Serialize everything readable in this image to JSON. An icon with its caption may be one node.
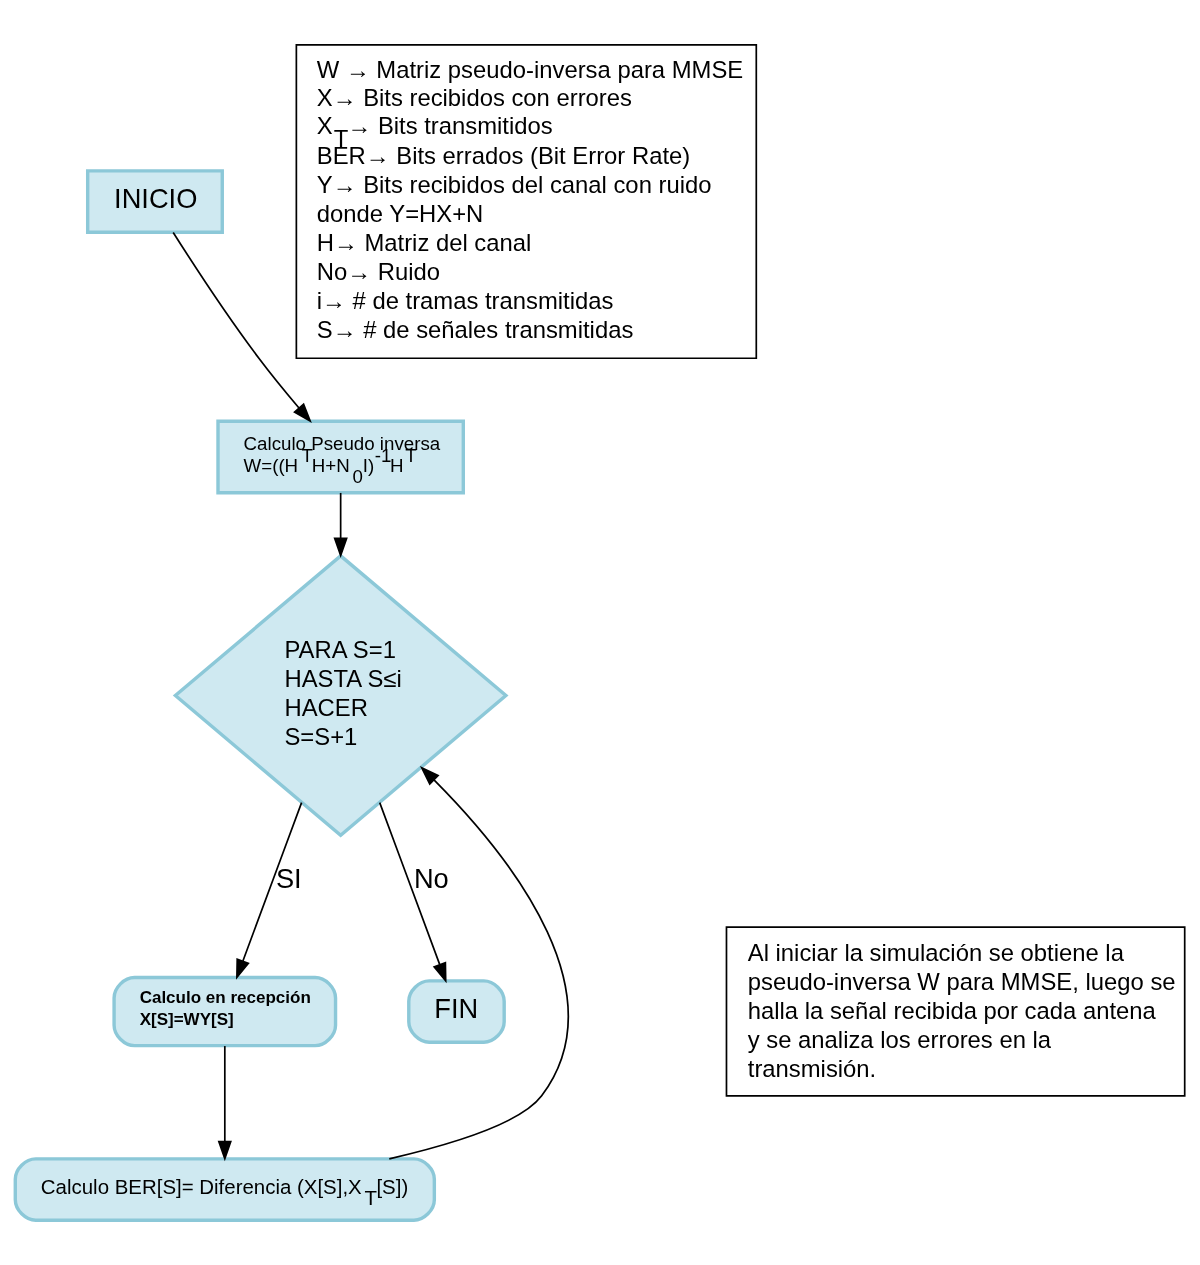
{
  "diagram": {
    "nodes": [
      {
        "text": [
          "INICIO"
        ]
      },
      {
        "text": [
          "Calculo Pseudo inversa W=((H$^{T}$H+N$_{0}$I)$^{-1}$H$^{T}$"
        ]
      },
      {
        "text": [
          "PARA S=1 HASTA S≤i HACER S=S+1"
        ]
      },
      {
        "text": [
          "Calculo en recepción X[S]=WY[S]"
        ]
      },
      {
        "text": [
          "Calculo BER[S]= Diferencia (X[S],X$_{T}$[S])"
        ]
      },
      {
        "text": [
          "FIN"
        ]
      },
      {
        "text": [
          "W → Matriz pseudo-inversa para MMSE",
          "X→ Bits recibidos con errores",
          "X$_{T}$→ Bits transmitidos",
          "BER→ Bits errados (Bit Error Rate)",
          "Y→ Bits recibidos del canal con ruido donde Y=HX+N",
          "H→ Matriz del canal",
          "No→ Ruido",
          "i→ # de tramas transmitidas",
          "S→ # de señales transmitidas"
        ]
      },
      {
        "text": [
          "Al iniciar la simulación se obtiene la pseudo-inversa W para MMSE, luego se halla la señal recibida por cada antena y se analiza los errores en la transmisión."
        ]
      }
    ],
    "edges": [
      {
        "from": 0,
        "to": 1,
        "arrow": "to"
      },
      {
        "from": 1,
        "to": 2,
        "arrow": "to"
      },
      {
        "from": 2,
        "to": 3,
        "arrow": "to",
        "label": "SI"
      },
      {
        "from": 3,
        "to": 4,
        "arrow": "to"
      },
      {
        "from": 4,
        "to": 2,
        "arrow": "to"
      },
      {
        "from": 2,
        "to": 5,
        "arrow": "to",
        "label": "No"
      }
    ]
  }
}
